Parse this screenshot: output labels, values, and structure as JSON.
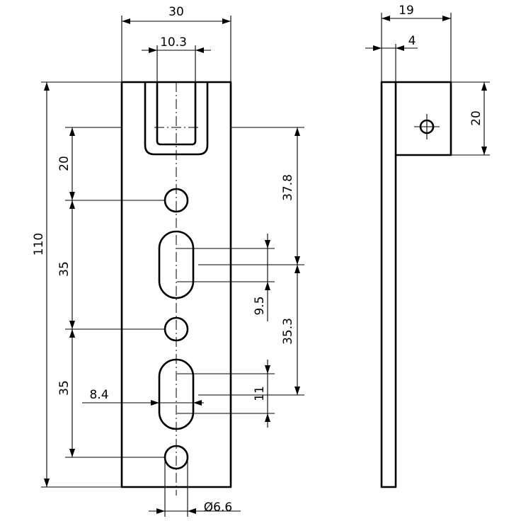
{
  "drawing": {
    "front_view": {
      "width_label": "30",
      "slot_width_label": "10.3",
      "total_height_label": "110",
      "first_hole_offset_label": "20",
      "hole_pitch_label_upper": "35",
      "hole_pitch_label_lower": "35",
      "slot_position_label": "37.8",
      "slot_length_label": "9.5",
      "slot_pitch_label": "35.3",
      "slot_width_bottom_label": "8.4",
      "slot_length_bottom_label": "11",
      "hole_diameter_label": "Ø6.6"
    },
    "side_view": {
      "depth_label": "19",
      "thickness_label": "4",
      "tab_height_label": "20"
    }
  }
}
